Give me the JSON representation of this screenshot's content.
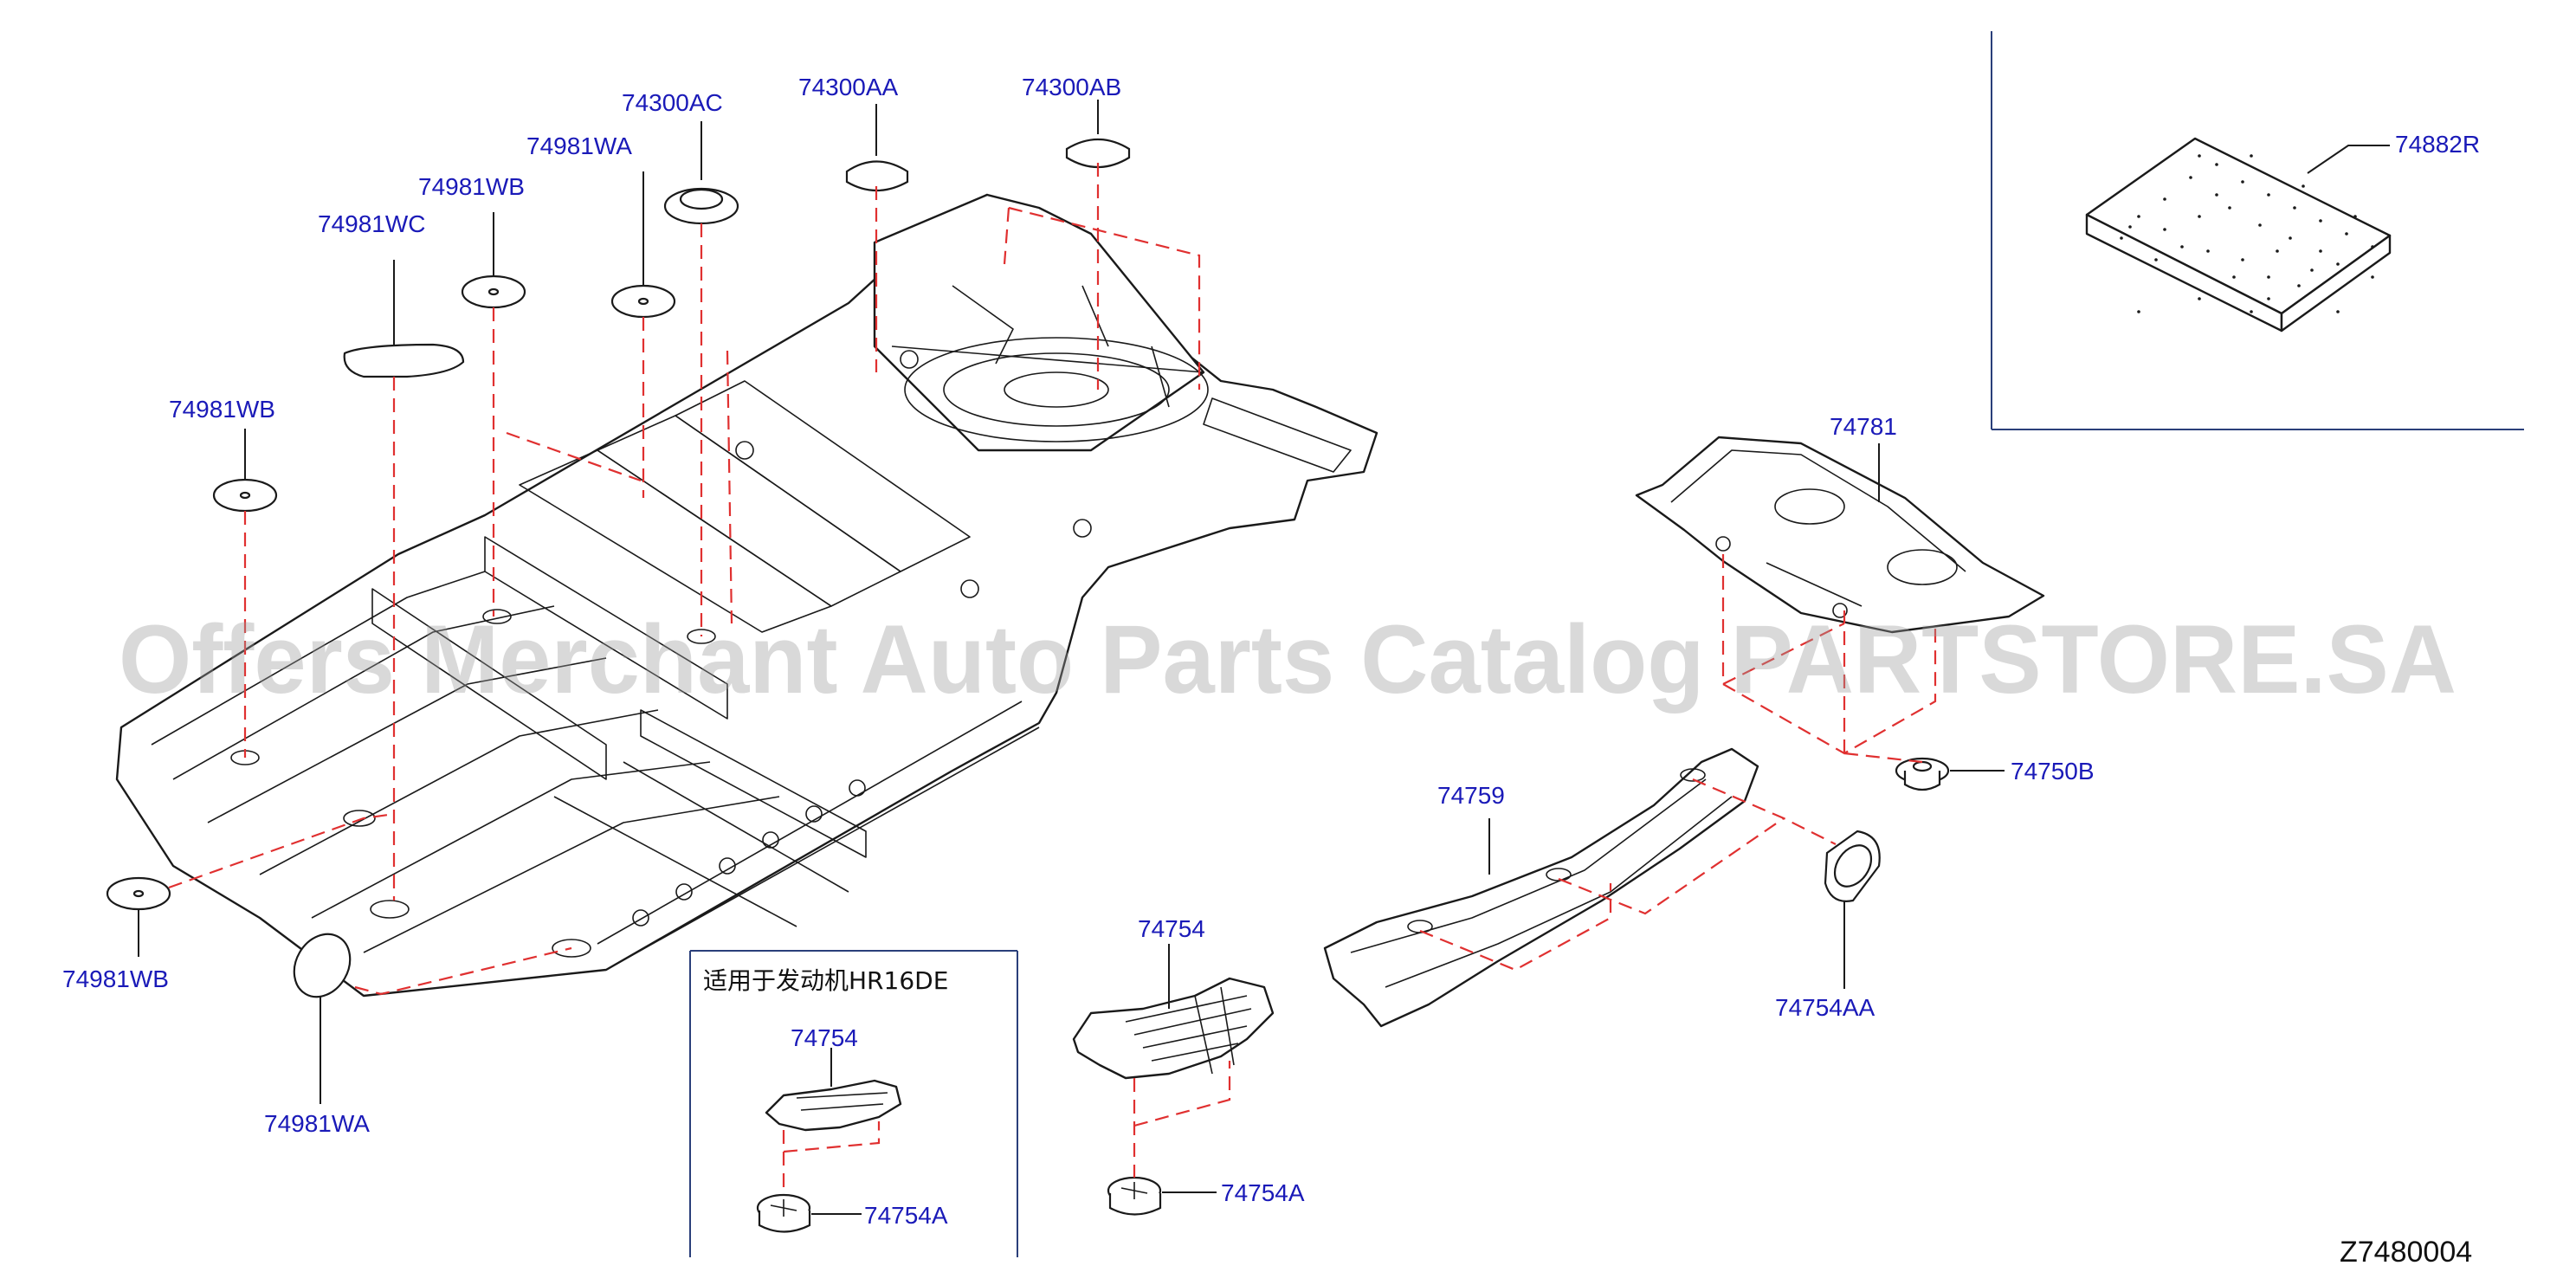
{
  "diagram": {
    "watermark": "Offers Merchant Auto Parts Catalog PARTSTORE.SA",
    "diagram_code": "Z7480004",
    "inset_note": "适用于发动机HR16DE",
    "callouts": [
      {
        "id": "c1",
        "label": "74300AC"
      },
      {
        "id": "c2",
        "label": "74300AA"
      },
      {
        "id": "c3",
        "label": "74300AB"
      },
      {
        "id": "c4",
        "label": "74981WA"
      },
      {
        "id": "c5",
        "label": "74981WB"
      },
      {
        "id": "c6",
        "label": "74981WC"
      },
      {
        "id": "c7",
        "label": "74981WB"
      },
      {
        "id": "c8",
        "label": "74981WB"
      },
      {
        "id": "c9",
        "label": "74981WA"
      },
      {
        "id": "c10",
        "label": "74882R"
      },
      {
        "id": "c11",
        "label": "74781"
      },
      {
        "id": "c12",
        "label": "74750B"
      },
      {
        "id": "c13",
        "label": "74759"
      },
      {
        "id": "c14",
        "label": "74754AA"
      },
      {
        "id": "c15",
        "label": "74754"
      },
      {
        "id": "c16",
        "label": "74754A"
      },
      {
        "id": "c17",
        "label": "74754"
      },
      {
        "id": "c18",
        "label": "74754A"
      }
    ]
  }
}
